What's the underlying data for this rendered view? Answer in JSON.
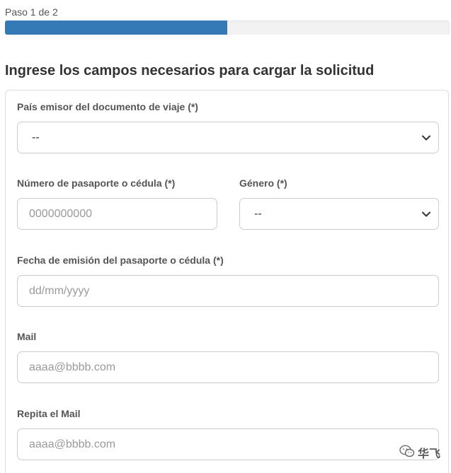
{
  "progress": {
    "step_label": "Paso 1 de 2",
    "fraction": 0.5,
    "color": "#337ab7"
  },
  "form": {
    "heading": "Ingrese los campos necesarios para cargar la solicitud",
    "fields": {
      "country": {
        "label": "País emisor del documento de viaje (*)",
        "value": "--"
      },
      "passport_number": {
        "label": "Número de pasaporte o cédula (*)",
        "placeholder": "0000000000"
      },
      "gender": {
        "label": "Género (*)",
        "value": "--"
      },
      "issue_date": {
        "label": "Fecha de emisión del pasaporte o cédula (*)",
        "placeholder": "dd/mm/yyyy"
      },
      "mail": {
        "label": "Mail",
        "placeholder": "aaaa@bbbb.com"
      },
      "mail_repeat": {
        "label": "Repita el Mail",
        "placeholder": "aaaa@bbbb.com"
      }
    }
  },
  "watermark": {
    "text": "华飞"
  }
}
